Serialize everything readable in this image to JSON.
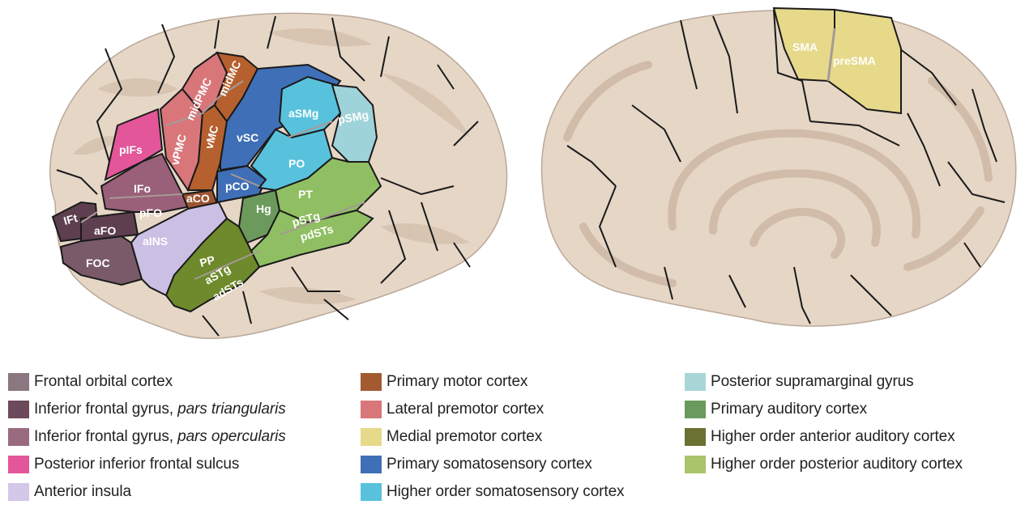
{
  "regions": {
    "lateral": [
      {
        "key": "FOC",
        "label": "FOC",
        "color": "#7a5a68"
      },
      {
        "key": "IFt",
        "label": "IFt",
        "color": "#5e3f4f"
      },
      {
        "key": "aFO",
        "label": "aFO",
        "color": "#5e3f4f"
      },
      {
        "key": "IFo",
        "label": "IFo",
        "color": "#9a6079"
      },
      {
        "key": "pFO",
        "label": "pFO",
        "color": "#9a6079"
      },
      {
        "key": "pIFs",
        "label": "pIFs",
        "color": "#e3569a"
      },
      {
        "key": "vPMC",
        "label": "vPMC",
        "color": "#d8767a"
      },
      {
        "key": "midPMC",
        "label": "midPMC",
        "color": "#d8767a"
      },
      {
        "key": "vMC",
        "label": "vMC",
        "color": "#b6602f"
      },
      {
        "key": "midMC",
        "label": "midMC",
        "color": "#b6602f"
      },
      {
        "key": "aCO",
        "label": "aCO",
        "color": "#9c5532"
      },
      {
        "key": "vSC",
        "label": "vSC",
        "color": "#3f6fb6"
      },
      {
        "key": "pCO",
        "label": "pCO",
        "color": "#3f6fb6"
      },
      {
        "key": "aSMg",
        "label": "aSMg",
        "color": "#58c2dc"
      },
      {
        "key": "PO",
        "label": "PO",
        "color": "#58c2dc"
      },
      {
        "key": "pSMg",
        "label": "pSMg",
        "color": "#9fd3da"
      },
      {
        "key": "aINS",
        "label": "aINS",
        "color": "#cbbfe3"
      },
      {
        "key": "Hg",
        "label": "Hg",
        "color": "#6c9a5d"
      },
      {
        "key": "PT",
        "label": "PT",
        "color": "#8fbf62"
      },
      {
        "key": "pSTg",
        "label": "pSTg",
        "color": "#8fbf62"
      },
      {
        "key": "pdSTs",
        "label": "pdSTs",
        "color": "#8fbf62"
      },
      {
        "key": "PP",
        "label": "PP",
        "color": "#6e8a2c"
      },
      {
        "key": "aSTg",
        "label": "aSTg",
        "color": "#6e8a2c"
      },
      {
        "key": "adSTs",
        "label": "adSTs",
        "color": "#6e8a2c"
      }
    ],
    "medial": [
      {
        "key": "SMA",
        "label": "SMA",
        "color": "#e6d98a"
      },
      {
        "key": "preSMA",
        "label": "preSMA",
        "color": "#e6d98a"
      }
    ]
  },
  "legend": {
    "col1": [
      {
        "text": "Frontal orbital cortex",
        "color": "#8a7780"
      },
      {
        "text": "Inferior frontal gyrus, ",
        "italic": "pars triangularis",
        "color": "#6d4a5b"
      },
      {
        "text": "Inferior frontal gyrus, ",
        "italic": "pars opercularis",
        "color": "#9a6a7f"
      },
      {
        "text": "Posterior inferior frontal sulcus",
        "color": "#e3569a"
      },
      {
        "text": "Anterior insula",
        "color": "#d4c8e8"
      }
    ],
    "col2": [
      {
        "text": "Primary motor cortex",
        "color": "#a45a30"
      },
      {
        "text": "Lateral premotor cortex",
        "color": "#d8767a"
      },
      {
        "text": "Medial premotor cortex",
        "color": "#e6d98a"
      },
      {
        "text": "Primary somatosensory cortex",
        "color": "#3f6fb6"
      },
      {
        "text": "Higher order somatosensory cortex",
        "color": "#58c2dc"
      }
    ],
    "col3": [
      {
        "text": "Posterior supramarginal gyrus",
        "color": "#a8d6d6"
      },
      {
        "text": "Primary auditory cortex",
        "color": "#6a9a5e"
      },
      {
        "text": "Higher order anterior auditory cortex",
        "color": "#6b7033"
      },
      {
        "text": "Higher order posterior auditory cortex",
        "color": "#a9c46a"
      }
    ]
  }
}
